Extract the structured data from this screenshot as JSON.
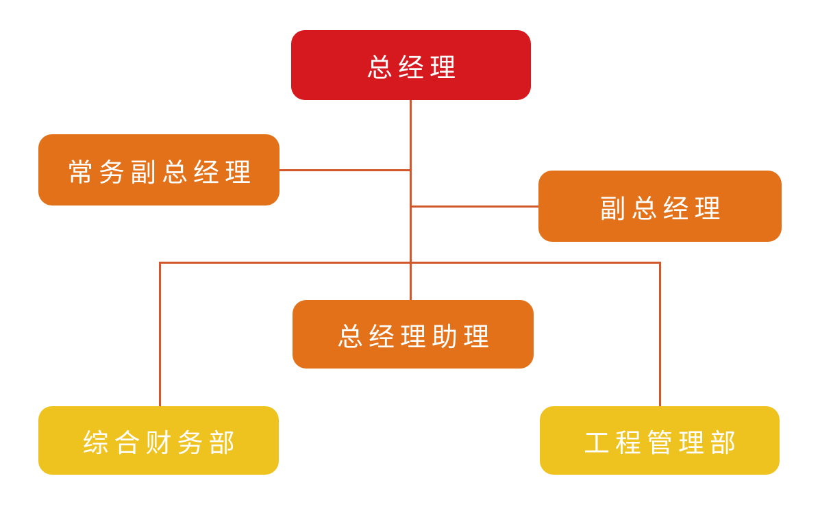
{
  "diagram": {
    "type": "org-chart",
    "background": "#ffffff",
    "connector_color": "#d2572b",
    "nodes": [
      {
        "id": "general-manager",
        "label": "总经理",
        "color": "#d6181f",
        "level": 1
      },
      {
        "id": "executive-deputy-general-manager",
        "label": "常务副总经理",
        "color": "#e2711a",
        "level": 2
      },
      {
        "id": "deputy-general-manager",
        "label": "副总经理",
        "color": "#e2711a",
        "level": 2
      },
      {
        "id": "general-manager-assistant",
        "label": "总经理助理",
        "color": "#e2711a",
        "level": 2
      },
      {
        "id": "general-finance-department",
        "label": "综合财务部",
        "color": "#efc31f",
        "level": 3
      },
      {
        "id": "engineering-management-department",
        "label": "工程管理部",
        "color": "#efc31f",
        "level": 3
      }
    ],
    "edges": [
      {
        "from": "general-manager",
        "to": "executive-deputy-general-manager"
      },
      {
        "from": "general-manager",
        "to": "deputy-general-manager"
      },
      {
        "from": "general-manager",
        "to": "general-manager-assistant"
      },
      {
        "from": "general-manager",
        "to": "general-finance-department"
      },
      {
        "from": "general-manager",
        "to": "engineering-management-department"
      }
    ],
    "text_color": "#ffffff"
  }
}
